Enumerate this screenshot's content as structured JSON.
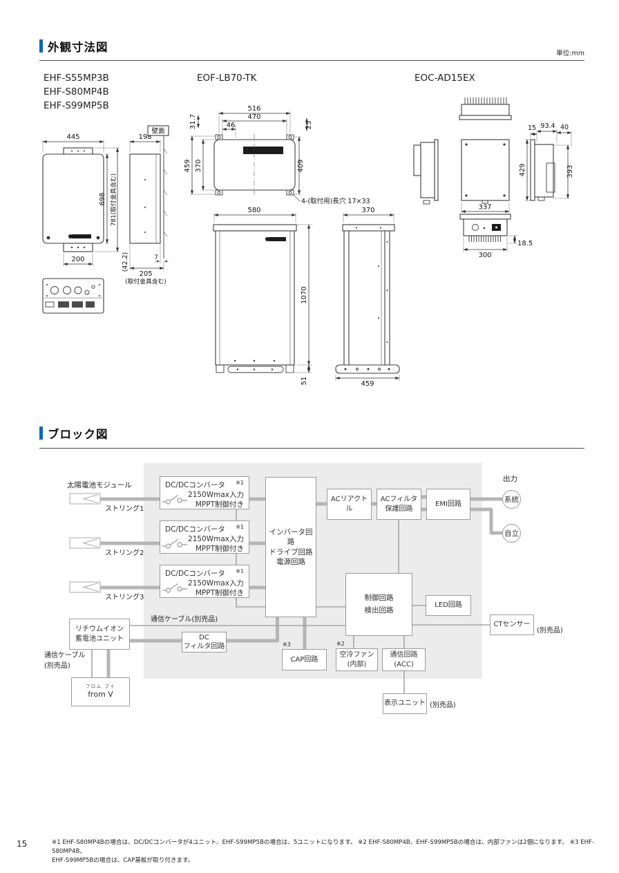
{
  "theme": {
    "accent_blue": "#1268b3",
    "panel_gray": "#ececec",
    "line_thick": "#b5b5b5",
    "line_thin": "#a6a6a6"
  },
  "page": {
    "number": "15"
  },
  "dim_section": {
    "title": "外観寸法図",
    "unit": "単位:mm",
    "model_left": [
      "EHF-S55MP3B",
      "EHF-S80MP4B",
      "EHF-S99MP5B"
    ],
    "model_mid": "EOF-LB70-TK",
    "model_right": "EOC-AD15EX",
    "ehf": {
      "w445": "445",
      "d198": "198",
      "wall": "壁面",
      "h698": "698",
      "h781": "781(取付金具含む)",
      "w200": "200",
      "off42": "(42.2)",
      "d7": "7",
      "d205": "205",
      "d205_note": "(取付金具含む)"
    },
    "eof": {
      "w516": "516",
      "w470": "470",
      "w46": "46",
      "h31_7": "31.7",
      "h25": "25",
      "h459": "459",
      "h370": "370",
      "h409": "409",
      "slot_note": "4-(取付用)長穴 17×33",
      "w580": "580",
      "h1070": "1070",
      "h51": "51",
      "w370s": "370",
      "w459b": "459"
    },
    "eoc": {
      "d15": "15",
      "d93_4": "93.4",
      "d40": "40",
      "h429": "429",
      "h393": "393",
      "w337": "337",
      "d18_5": "18.5",
      "w300": "300"
    }
  },
  "block": {
    "title": "ブロック図",
    "pv_label": "太陽電池モジュール",
    "string1": "ストリング1",
    "string2": "ストリング2",
    "string3": "ストリング3",
    "dcdc": {
      "name": "DC/DCコンバータ",
      "note": "※1",
      "line2": "2150Wmax入力",
      "line3": "MPPT制御付き"
    },
    "inverter": [
      "インバータ回路",
      "ドライブ回路",
      "電源回路"
    ],
    "ac_reactor": "ACリアクトル",
    "ac_filter": [
      "ACフィルタ",
      "保護回路"
    ],
    "emi": "EMI回路",
    "output_label": "出力",
    "grid": "系統",
    "standalone": "自立",
    "control": [
      "制御回路",
      "検出回路"
    ],
    "led": "LED回路",
    "ct": "CTセンサー",
    "ct_note": "(別売品)",
    "comm_cable_top": "通信ケーブル(別売品)",
    "battery": [
      "リチウムイオン",
      "蓄電池ユニット"
    ],
    "dc_filter": [
      "DC",
      "フィルタ回路"
    ],
    "cap": "CAP回路",
    "cap_note": "※3",
    "fan": [
      "空冷ファン",
      "(内部)"
    ],
    "fan_note": "※2",
    "comm_circuit": [
      "通信回路",
      "(ACC)"
    ],
    "display_unit": "表示ユニット",
    "display_note": "(別売品)",
    "comm_cable_left": [
      "通信ケーブル",
      "(別売品)"
    ],
    "from_v": {
      "ruby": "フロム ブイ",
      "label": "from V"
    }
  },
  "footer": {
    "notes": [
      "※1 EHF-S80MP4Bの場合は、DC/DCコンバータが4ユニット、EHF-S99MP5Bの場合は、5ユニットになります。 ※2 EHF-S80MP4B、EHF-S99MP5Bの場合は、内部ファンは2個になります。 ※3 EHF-S80MP4B、",
      "EHF-S99MP5Bの場合は、CAP基板が取り付きます。"
    ]
  }
}
